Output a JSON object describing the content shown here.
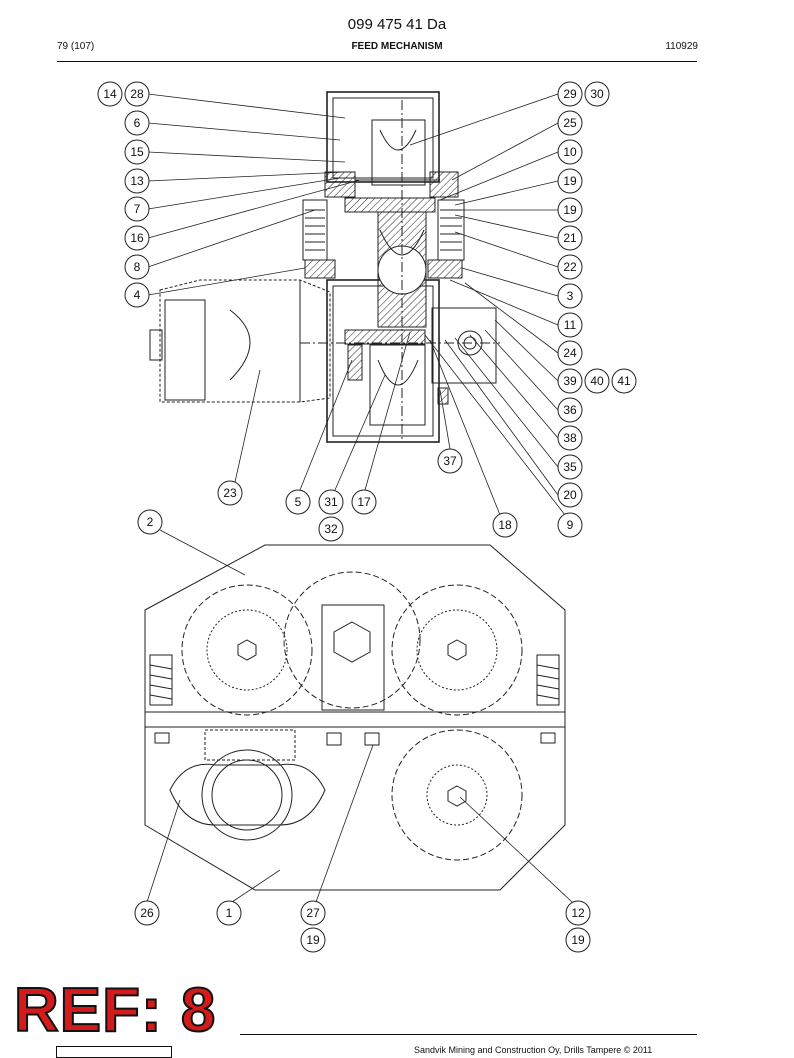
{
  "header": {
    "doc_number": "099 475 41 Da",
    "page": "79 (107)",
    "title": "FEED MECHANISM",
    "date_code": "110929"
  },
  "balloons": {
    "b14": "14",
    "b28": "28",
    "b6": "6",
    "b15": "15",
    "b13": "13",
    "b7": "7",
    "b16": "16",
    "b8": "8",
    "b4": "4",
    "b29": "29",
    "b30": "30",
    "b25": "25",
    "b10": "10",
    "b19a": "19",
    "b19b": "19",
    "b21": "21",
    "b22": "22",
    "b3": "3",
    "b11": "11",
    "b24": "24",
    "b39": "39",
    "b40": "40",
    "b41": "41",
    "b36": "36",
    "b38": "38",
    "b35": "35",
    "b20": "20",
    "b9": "9",
    "b37": "37",
    "b18": "18",
    "b23": "23",
    "b5": "5",
    "b31": "31",
    "b17": "17",
    "b32": "32",
    "b2": "2",
    "b26": "26",
    "b1": "1",
    "b27": "27",
    "b19c": "19",
    "b12": "12",
    "b19d": "19"
  },
  "stamp": {
    "text": "REF: 8",
    "color": "#d21b1b"
  },
  "footer": {
    "copyright": "Sandvik Mining and Construction Oy, Drills Tampere © 2011"
  }
}
